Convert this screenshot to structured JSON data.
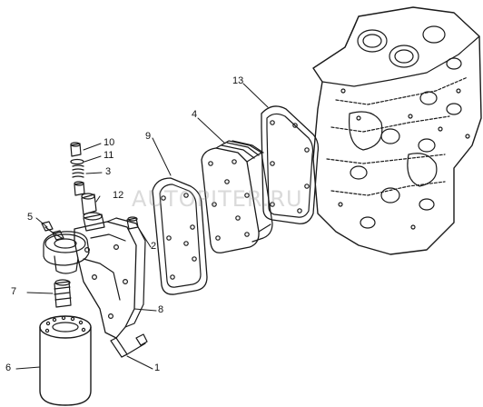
{
  "diagram": {
    "callouts": {
      "c1": "1",
      "c2": "2",
      "c3": "3",
      "c4": "4",
      "c5": "5",
      "c6": "6",
      "c7": "7",
      "c8": "8",
      "c9": "9",
      "c10": "10",
      "c11": "11",
      "c12": "12",
      "c13": "13"
    },
    "watermark": "AUTOPITER.RU",
    "colors": {
      "line": "#1a1a1a",
      "paper": "#ffffff",
      "watermark": "#9a9a9a"
    }
  }
}
